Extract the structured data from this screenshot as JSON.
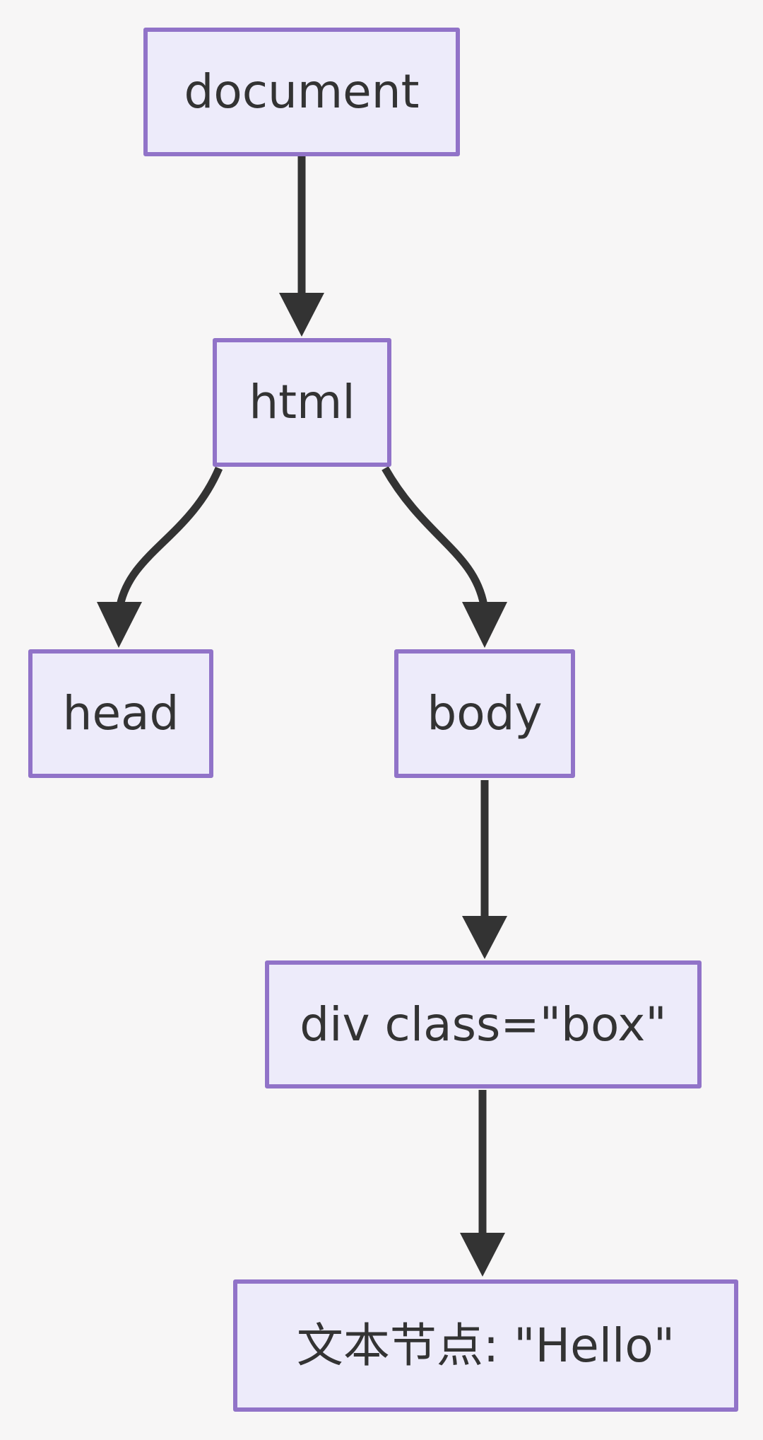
{
  "diagram": {
    "type": "flowchart",
    "direction": "top-down",
    "nodes": [
      {
        "id": "document",
        "label": "document"
      },
      {
        "id": "html",
        "label": "html"
      },
      {
        "id": "head",
        "label": "head"
      },
      {
        "id": "body",
        "label": "body"
      },
      {
        "id": "div",
        "label": "div class=\"box\""
      },
      {
        "id": "textnode",
        "label": "文本节点: \"Hello\""
      }
    ],
    "edges": [
      {
        "from": "document",
        "to": "html"
      },
      {
        "from": "html",
        "to": "head"
      },
      {
        "from": "html",
        "to": "body"
      },
      {
        "from": "body",
        "to": "div"
      },
      {
        "from": "div",
        "to": "textnode"
      }
    ]
  },
  "colors": {
    "background": "#f7f6f6",
    "node_fill": "#edebfa",
    "node_border": "#9173c8",
    "edge": "#333333",
    "text": "#333333"
  }
}
